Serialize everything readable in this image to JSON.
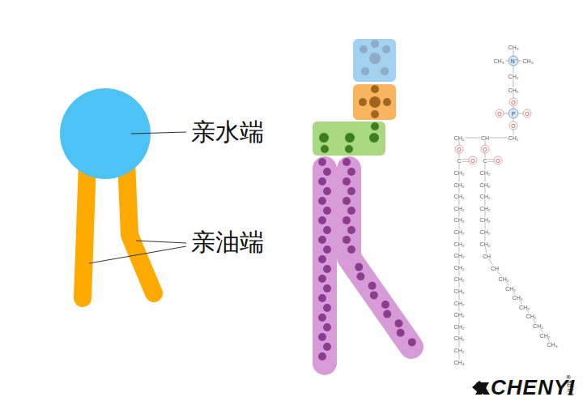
{
  "diagram": {
    "labels": [
      "亲水端",
      "亲油端",
      "CH₃",
      "CH₃",
      "N⁺",
      "CH₃",
      "CH₂",
      "CH₂",
      "O",
      "O",
      "P",
      "O",
      "O",
      "CH₂",
      "CH",
      "CH₂",
      "O",
      "O",
      "C",
      "O",
      "C",
      "O",
      "CH₂",
      "CH₂",
      "CH₂",
      "CH₂",
      "CH₂",
      "CH₂",
      "CH₂",
      "CH₂",
      "CH₂",
      "CH₂",
      "CH₂",
      "CH₂",
      "CH₂",
      "CH₂",
      "CH₂",
      "CH₂",
      "CH₃",
      "CH₂",
      "CH₂",
      "CH₂",
      "CH₂",
      "CH₂",
      "CH₂",
      "CH₂",
      "CH",
      "CH",
      "CH₂",
      "CH₂",
      "CH₂",
      "CH₂",
      "CH₂",
      "CH₂",
      "CH₂",
      "CH₃",
      "CHENYI",
      "臣艺",
      "®"
    ]
  }
}
